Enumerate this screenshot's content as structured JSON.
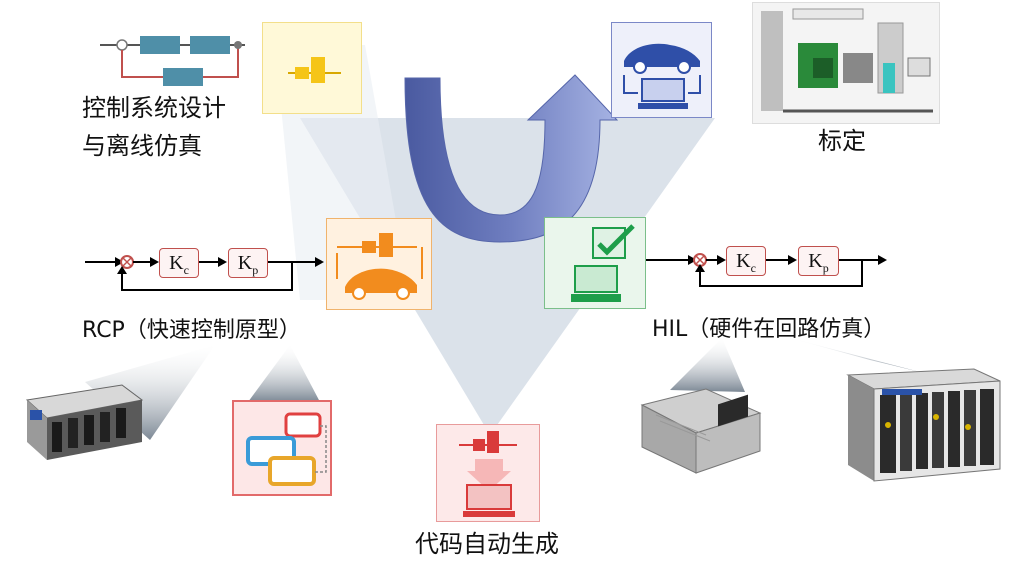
{
  "labels": {
    "control_design_line1": "控制系统设计",
    "control_design_line2": "与离线仿真",
    "calibration": "标定",
    "rcp": "RCP（快速控制原型）",
    "hil": "HIL（硬件在回路仿真）",
    "codegen": "代码自动生成"
  },
  "blocks": {
    "kc": "K",
    "kc_sub": "c",
    "kp": "K",
    "kp_sub": "p"
  },
  "colors": {
    "v_shape": "#d5dde6",
    "arrow_blue": "#5a6aad",
    "yellow": "#f5c518",
    "blue": "#2f4fa8",
    "orange": "#f28c1e",
    "green": "#1e9e4a",
    "red": "#d93a3a"
  }
}
